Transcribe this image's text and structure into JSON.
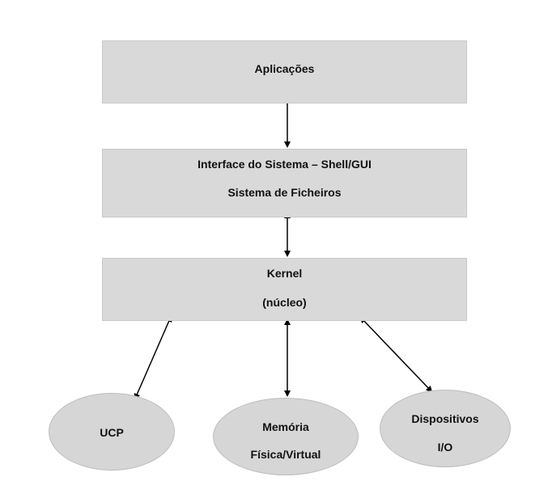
{
  "layers": {
    "applications": {
      "line1": "Aplicações"
    },
    "interface": {
      "line1": "Interface do Sistema – Shell/GUI",
      "line2": "Sistema de Ficheiros"
    },
    "kernel": {
      "line1": "Kernel",
      "line2": "(núcleo)"
    }
  },
  "resources": {
    "ucp": {
      "line1": "UCP"
    },
    "memory": {
      "line1": "Memória",
      "line2": "Física/Virtual"
    },
    "devices": {
      "line1": "Dispositivos",
      "line2": "I/O"
    }
  },
  "colors": {
    "box_fill": "#d9d9d9",
    "ellipse_fill": "#d6d6d6",
    "connector": "#000000"
  }
}
